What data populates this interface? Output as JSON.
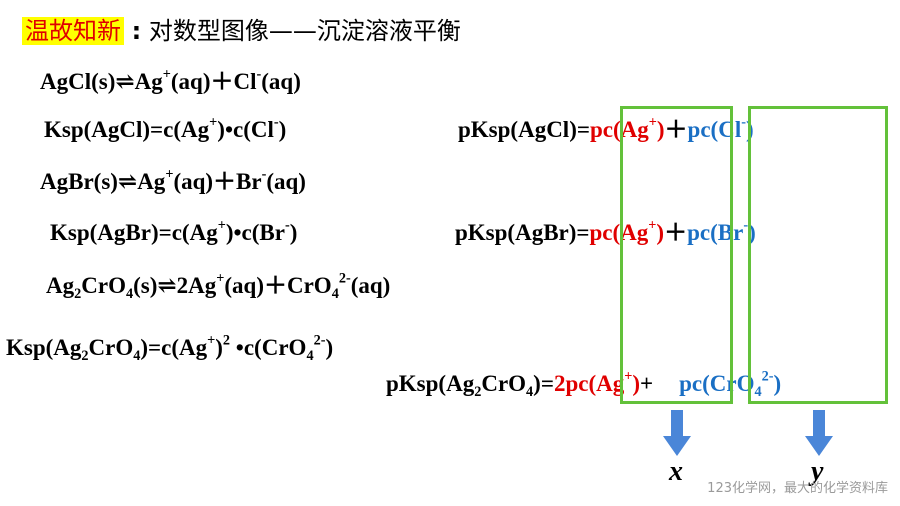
{
  "header": {
    "badge": "温故知新",
    "separator": ":",
    "title": "对数型图像——沉淀溶液平衡"
  },
  "equations": {
    "agcl_eq": [
      "AgCl(s)⇌Ag",
      "+",
      "(aq)＋Cl",
      "-",
      "(aq)"
    ],
    "agcl_ksp": [
      "Ksp(AgCl)=c(Ag",
      "+",
      ")•c(Cl",
      "-",
      ")"
    ],
    "agcl_pksp": [
      "pKsp(AgCl)=",
      "pc(Ag",
      "+",
      ")",
      "＋",
      "pc(Cl",
      "-",
      ")"
    ],
    "agbr_eq": [
      "AgBr(s)⇌Ag",
      "+",
      "(aq)＋Br",
      "-",
      "(aq)"
    ],
    "agbr_ksp": [
      "Ksp(AgBr)=c(Ag",
      "+",
      ")•c(Br",
      "-",
      ")"
    ],
    "agbr_pksp": [
      "pKsp(AgBr)=",
      "pc(Ag",
      "+",
      ")",
      "＋",
      "pc(Br",
      "-",
      ")"
    ],
    "ag2cro4_eq": [
      "Ag",
      "2",
      "CrO",
      "4",
      "(s)⇌2Ag",
      "+",
      "(aq)＋CrO",
      "4",
      "2-",
      "(aq)"
    ],
    "ag2cro4_ksp": [
      "Ksp(Ag",
      "2",
      "CrO",
      "4",
      ")=c(Ag",
      "+",
      ")",
      "2",
      " •c(CrO",
      "4",
      "2-",
      ")"
    ],
    "ag2cro4_pksp": [
      "pKsp(Ag",
      "2",
      "CrO",
      "4",
      ")=",
      "2pc(Ag",
      "+",
      ")",
      "+",
      "pc(CrO",
      "4",
      "2-",
      ")"
    ]
  },
  "axes": {
    "x": "x",
    "y": "y"
  },
  "watermark": "123化学网，最大的化学资料库",
  "colors": {
    "red": "#e00000",
    "blue": "#1a6fc4",
    "box": "#63c13a",
    "arrow": "#4a86d8",
    "badge_bg": "#ffff00"
  }
}
